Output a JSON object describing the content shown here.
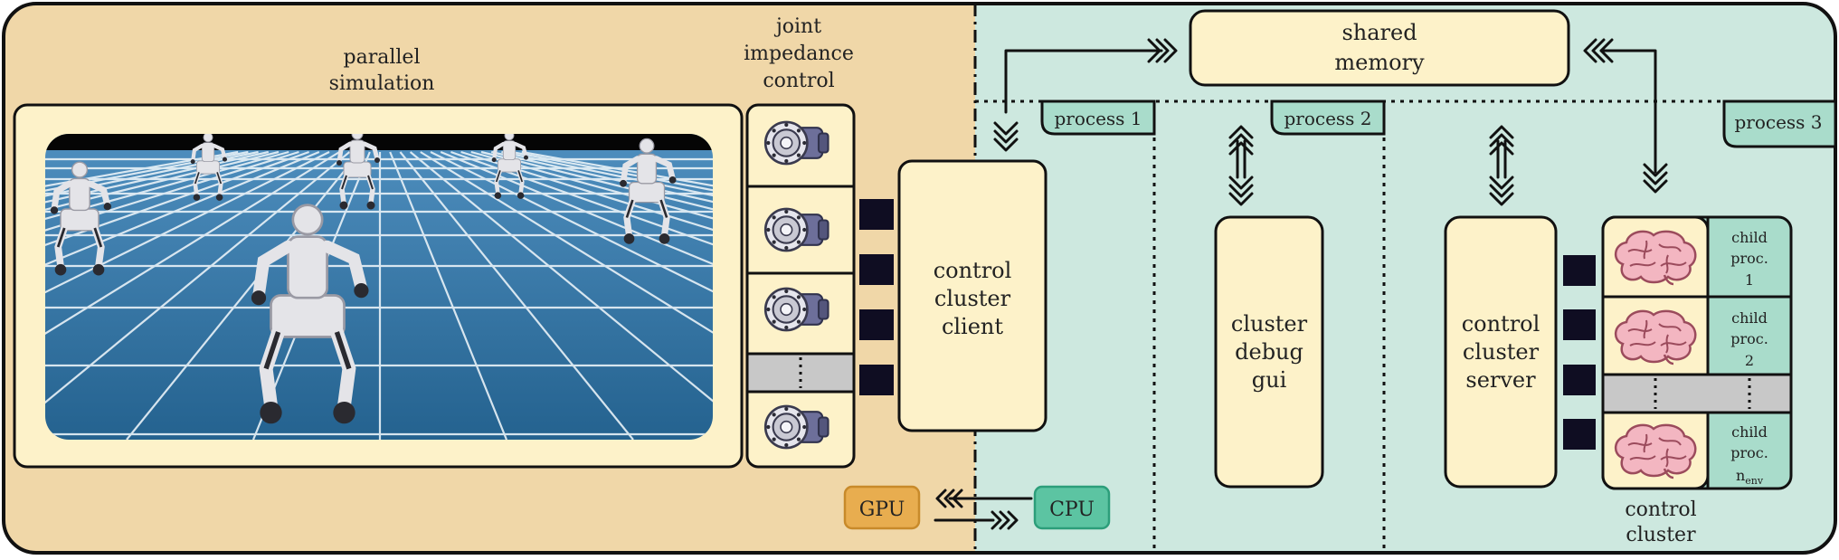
{
  "labels": {
    "parallel_simulation": [
      "parallel",
      "simulation"
    ],
    "joint_impedance": [
      "joint",
      "impedance",
      "control"
    ],
    "shared_memory": [
      "shared",
      "memory"
    ],
    "process1": "process 1",
    "process2": "process 2",
    "process3": "process 3",
    "control_cluster_client": [
      "control",
      "cluster",
      "client"
    ],
    "cluster_debug_gui": [
      "cluster",
      "debug",
      "gui"
    ],
    "control_cluster_server": [
      "control",
      "cluster",
      "server"
    ],
    "control_cluster": [
      "control",
      "cluster"
    ],
    "child1": [
      "child",
      "proc.",
      "1"
    ],
    "child2": [
      "child",
      "proc.",
      "2"
    ],
    "childn": [
      "child",
      "proc.",
      "n",
      "env"
    ],
    "gpu": "GPU",
    "cpu": "CPU",
    "dots": "⋮"
  },
  "colors": {
    "left_panel": "#f0d7a8",
    "right_panel": "#cde8df",
    "box_fill": "#fdf2c9",
    "teal_tab": "#a9dccb",
    "dark_square": "#0f0d22",
    "gpu_fill": "#e8ad4f",
    "gpu_stroke": "#c88a2a",
    "cpu_fill": "#5cc4a2",
    "cpu_stroke": "#2c9e7a",
    "separator_grey": "#c8c8c8",
    "sim_floor": "#2f6f9e"
  },
  "icons": {
    "joint_motor": "motor-icon",
    "brain": "brain-icon"
  }
}
